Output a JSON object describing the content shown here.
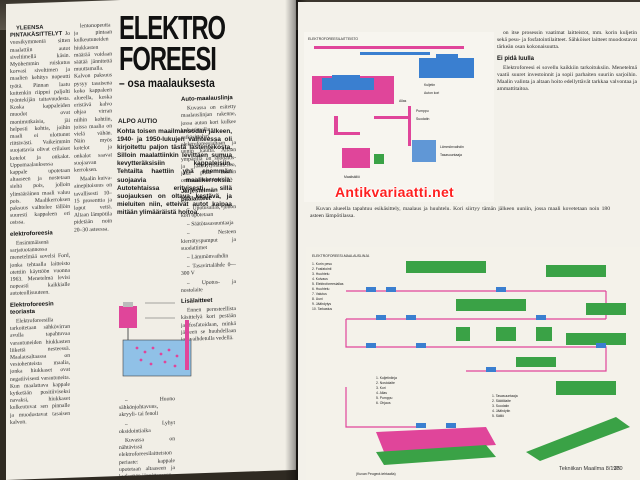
{
  "article": {
    "title_line1": "ELEKTRO",
    "title_line2": "FOREESI",
    "subtitle": "– osa maalauksesta",
    "author": "ALPO AUTIO",
    "intro": "Kohta toisen maailmansodan jälkeen, 1940- ja 1950-lukujen vaihteessa oli kirjoitettu paljon tästä lastentekosta. Silloin maalattiinkin levittäen sumua kevytteräksisiin kappaleisiin. Tehtailta haettiin yhä enemmän suojaavia maalikerroksia. Autotehtaissa erityisesti, sillä suojauksen on oltava kestävä, ja mieluiten niin, etteivät autot kaipaa mitään ylimääräistä hoitoa."
  },
  "left_columns": {
    "col1_lead": "YLEENSÄ PINTAKÄSITTELYT",
    "col1_text": "Jo vuosikymmeniä sitten maalattiin autot siveltimellä käsin. Myöhemmin ruiskutus korvasi siveltimen ja maalien kehitys nopeutti työtä. Pinnan laatu kuitenkin riippui paljolti työntekijän taitavuudesta. Koska kappaleiden muodot ovat monimutkaisia, jäi helposti kohtia, joihin maali ei ulottunut riittävästi. Vaikeimmin suojattavia olivat erilaiset kotelot ja onkalot. Uppomaalauksessa kappale upotetaan altaaseen ja nostetaan sieltä pois, jolloin ylimääräinen maali valuu pois. Maalikerroksen paksuus vaihtelee tällöin suuresti kappaleen eri osissa.",
    "col1_heading1": "elektroforeesia",
    "col1_text2": "Ensimmäisenä sarjatuotannossa menetelmää sovelsi Ford, jonka tehtaalla laitteisto otettiin käyttöön vuonna 1963. Menetelmä levisi nopeasti kaikkialle autoteollisuuteen.",
    "col1_heading2": "Elektroforeesin teoriasta",
    "col1_text3": "Elektroforeesilla tarkoitetaan sähkövirran avulla tapahtuvaa varautuneiden hiukkasten liikettä nesteessä. Maalausaltaassa on vesiohenteista maalia, jonka hiukkaset ovat negatiivisesti varautuneita. Kun maalattava kappale kytketään positiiviseksi navaksi, hiukkaset kulkeutuvat sen pinnalle ja muodostavat tasaisen kalvon.",
    "col2_text": "lentonopeutta ja pintaan kulkeutuneiden hiukkasten määrää voidaan säätää jännitettä muuttamalla. Kalvon paksuus pysyy tasaisena koko kappaleen alueella, koska eristävä kalvo ohjaa virran niihin kohtiin, joissa maalia on vielä vähän. Näin myös kotelot ja onkalot saavat suojaavan kerroksen.",
    "col2_text2": "Maalin kuiva-ainepitoisuus on tavallisesti 10–15 prosenttia ja loput vettä. Altaan lämpötila pidetään noin 20–30 asteessa."
  },
  "mid_column": {
    "items": [
      "– Huono sähkönjohtavuus, akryyli- tai fenoli",
      "– Lyhyt oksidointiaika",
      "Kuvassa on nähtävissä elektroforeesilaitteiston periaate: kappale upotetaan altaaseen ja kytketään jännitteeseen."
    ]
  },
  "right_text": {
    "col3_heading": "Auto-maalauslinja",
    "col3_text": "Kuvassa on esitetty maalauslinjan rakenne, jossa auton kori kulkee kuljettimella esikäsittelyn, elektroforeesialtaan ja uunin kautta. Altaan ympärillä on suodatus- ja jäähdytyslaitteisto, joka pitää maalin ominaisuudet tasaisina.",
    "col3_heading2": "Järjestelmän päälaitteet",
    "col3_list": [
      "– Upotusallas, johon kori upotetaan",
      "– Säätötasasuuntaaja",
      "– Nesteen kierrätyspumput ja suodattimet",
      "– Lämmönvaihdin",
      "– Tasavirtalähde 0—300 V",
      "– Upotus- ja nostolaite"
    ],
    "col3_heading3": "Lisälaitteet",
    "col3_text2": "Ennen perusteellista käsittelyä kori pestään ja fosfatoidaan, minkä jälkeen se huuhdellaan ionivaihdetulla vedellä.",
    "col4_text": "on itse prosessin vaatimat laitteistot, mm. korin kuljetin sekä pesu- ja fosfatointilaitteet. Sähköiset laitteet muodostavat tärkeän osan kokonaisuutta.",
    "col4_heading": "Ei pidä luulla",
    "col4_text2": "Elektroforeesi ei sovellu kaikkiin tarkoituksiin. Menetelmä vaatii suuret investoinnit ja sopii parhaiten suuriin sarjoihin. Maalin valinta ja altaan hoito edellyttävät tarkkaa valvontaa ja ammattitaitoa.",
    "below_diag1": "Kuvan alueella tapahtuu esikäsittely, maalaus ja huuhtelu. Kori siirtyy tämän jälkeen uuniin, jossa maali kovetetaan noin 180 asteen lämpötilassa."
  },
  "diagram1": {
    "title": "ELEKTROFOREESILAITTEISTO",
    "labels": [
      "Kuljetin",
      "Auton kori",
      "Allas",
      "Pumppu",
      "Suodatin",
      "Lämmönvaihdin",
      "Tasasuuntaaja",
      "Maalisäiliö"
    ]
  },
  "diagram2": {
    "title": "ELEKTROFOREESI-MAALAUSLINJA",
    "legend_left": [
      "1. Korin pesu",
      "2. Fosfatointi",
      "3. Huuhtelu",
      "4. Kuivaus",
      "5. Elektroforeesiallas",
      "6. Huuhtelu",
      "7. Valutus",
      "8. Uuni",
      "9. Jäähdytys",
      "10. Tarkastus"
    ],
    "legend_mid": [
      "1. Kuljetinlinja",
      "2. Nostolaite",
      "3. Kori",
      "4. Allas",
      "5. Pumppu",
      "6. Ohjaus"
    ],
    "legend_right": [
      "1. Tasasuuntaaja",
      "2. Säätölaite",
      "3. Suodatin",
      "4. Jäähdytin",
      "5. Säiliö"
    ],
    "caption": "(Kuvan Peugeot-tehtaalta)"
  },
  "footer": {
    "magazine": "Tekniikan Maailma 8/1970",
    "page": "35"
  },
  "watermark": "Antikvariaatti.net",
  "colors": {
    "accent_green": "#3aa246",
    "accent_magenta": "#e0459a",
    "accent_blue": "#3a7fd0",
    "watermark_red": "#ff2020"
  }
}
